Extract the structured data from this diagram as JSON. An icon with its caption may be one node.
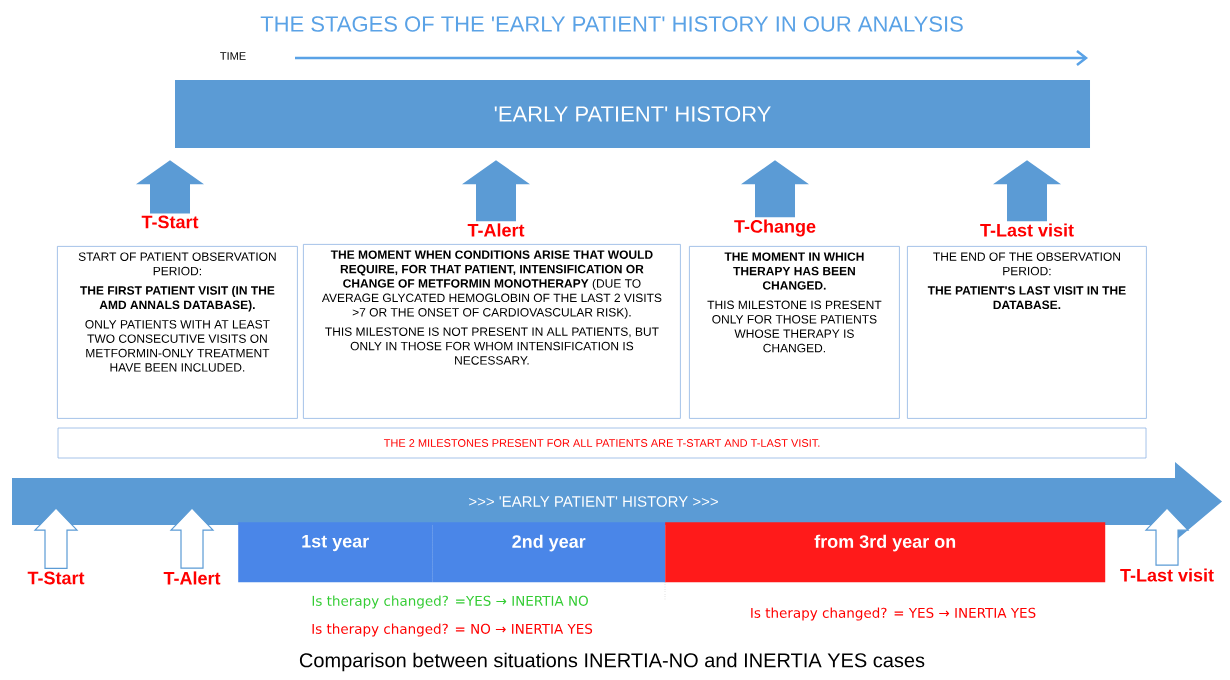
{
  "diagram": {
    "title": "THE STAGES OF THE 'EARLY PATIENT' HISTORY IN OUR ANALYSIS",
    "caption": "Comparison between situations INERTIA-NO and INERTIA YES cases",
    "nodes": [
      {
        "text": [
          "'EARLY PATIENT' HISTORY"
        ]
      },
      {
        "text": [
          "T-Start",
          "START OF PATIENT OBSERVATION PERIOD:",
          "**THE FIRST PATIENT VISIT (IN THE AMD ANNALS DATABASE).**",
          "ONLY PATIENTS WITH AT LEAST TWO CONSECUTIVE VISITS ON METFORMIN-ONLY TREATMENT HAVE BEEN INCLUDED."
        ]
      },
      {
        "text": [
          "T-Alert",
          "**THE MOMENT WHEN CONDITIONS ARISE THAT WOULD REQUIRE, FOR THAT PATIENT, INTENSIFICATION OR CHANGE OF METFORMIN MONOTHERAPY** (DUE TO AVERAGE GLYCATED HEMOGLOBIN OF THE LAST 2 VISITS >7 OR THE ONSET OF CARDIOVASCULAR RISK).",
          "THIS MILESTONE IS NOT PRESENT IN ALL PATIENTS, BUT ONLY IN THOSE FOR WHOM INTENSIFICATION IS NECESSARY."
        ]
      },
      {
        "text": [
          "T-Change",
          "**THE MOMENT IN WHICH THERAPY HAS BEEN CHANGED.**",
          "THIS MILESTONE IS PRESENT ONLY FOR THOSE PATIENTS WHOSE THERAPY IS CHANGED."
        ]
      },
      {
        "text": [
          "T-Last visit",
          "THE END OF THE OBSERVATION PERIOD:",
          "**THE PATIENT'S LAST VISIT IN THE DATABASE.**"
        ]
      },
      {
        "text": [
          "THE 2 MILESTONES PRESENT FOR ALL PATIENTS ARE T-START AND T-LAST VISIT."
        ]
      },
      {
        "text": [
          ">>> 'EARLY PATIENT' HISTORY >>>"
        ]
      },
      {
        "text": [
          "1st year"
        ]
      },
      {
        "text": [
          "2nd year"
        ]
      },
      {
        "text": [
          "from 3rd year on"
        ]
      },
      {
        "text": [
          "T-Start"
        ]
      },
      {
        "text": [
          "T-Alert"
        ]
      },
      {
        "text": [
          "T-Last visit"
        ]
      }
    ],
    "edges": [
      {
        "from": 1,
        "to": 0,
        "arrow": "to",
        "style": "thick"
      },
      {
        "from": 2,
        "to": 0,
        "arrow": "to",
        "style": "thick"
      },
      {
        "from": 3,
        "to": 0,
        "arrow": "to",
        "style": "thick"
      },
      {
        "from": 4,
        "to": 0,
        "arrow": "to",
        "style": "thick"
      },
      {
        "from": 10,
        "to": 6,
        "arrow": "to",
        "style": "thick",
        "color": "#ffffff"
      },
      {
        "from": 11,
        "to": 6,
        "arrow": "to",
        "style": "thick",
        "color": "#ffffff"
      },
      {
        "from": 12,
        "to": 6,
        "arrow": "to",
        "style": "thick",
        "color": "#ffffff"
      }
    ],
    "labels": [
      "TIME",
      "Is therapy changed? =YES → INERTIA NO",
      "Is therapy changed? = NO → INERTIA YES",
      "Is therapy changed? = YES → INERTIA YES"
    ]
  }
}
